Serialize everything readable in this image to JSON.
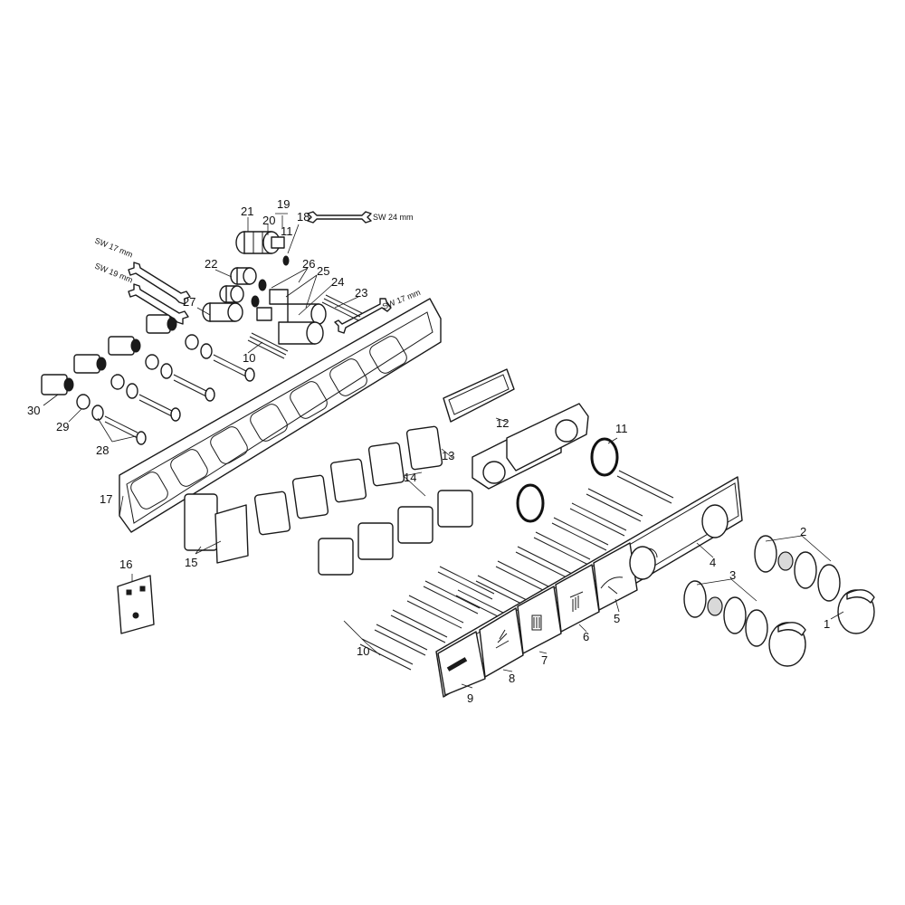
{
  "diagram": {
    "wrench_labels": {
      "top": "SW 24 mm",
      "left_upper": "SW 17 mm",
      "left_lower": "SW 19 mm",
      "right": "SW 17 mm"
    },
    "part_numbers": {
      "p1": "1",
      "p2": "2",
      "p3": "3",
      "p4": "4",
      "p5": "5",
      "p6": "6",
      "p7": "7",
      "p8": "8",
      "p9": "9",
      "p10a": "10",
      "p10b": "10",
      "p11a": "11",
      "p11b": "11",
      "p12": "12",
      "p13": "13",
      "p14": "14",
      "p15": "15",
      "p16": "16",
      "p17": "17",
      "p18": "18",
      "p19": "19",
      "p20": "20",
      "p21": "21",
      "p22": "22",
      "p23": "23",
      "p24": "24",
      "p25": "25",
      "p26": "26",
      "p27": "27",
      "p28": "28",
      "p29": "29",
      "p30": "30"
    }
  }
}
